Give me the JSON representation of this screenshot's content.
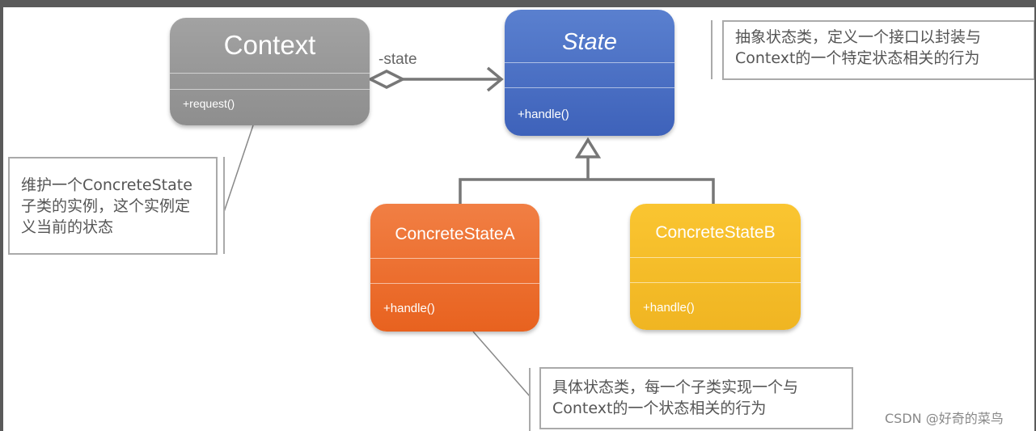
{
  "classes": {
    "context": {
      "name": "Context",
      "method": "+request()",
      "color": "#9a9a9a"
    },
    "state": {
      "name": "State",
      "method": "+handle()",
      "color": "#4a70c6"
    },
    "concrete_a": {
      "name": "ConcreteStateA",
      "method": "+handle()",
      "color": "#ee6e30"
    },
    "concrete_b": {
      "name": "ConcreteStateB",
      "method": "+handle()",
      "color": "#f6be2a"
    }
  },
  "association": {
    "label": "-state"
  },
  "notes": {
    "state_note": "抽象状态类，定义一个接口以封装与Context的一个特定状态相关的行为",
    "context_note": "维护一个ConcreteState子类的实例，这个实例定义当前的状态",
    "concrete_note": "具体状态类，每一个子类实现一个与Context的一个状态相关的行为"
  },
  "watermark": "CSDN @好奇的菜鸟"
}
